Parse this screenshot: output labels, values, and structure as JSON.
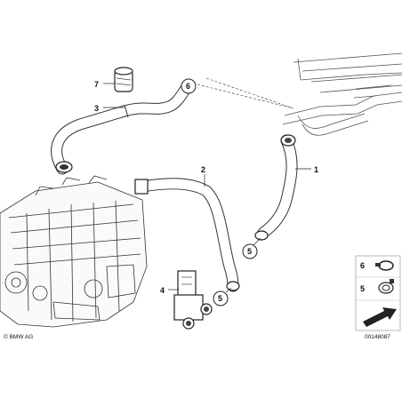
{
  "diagram": {
    "copyright": "© BMW AG",
    "drawing_number": "00148087"
  },
  "callouts": {
    "part_1": "1",
    "part_2": "2",
    "part_3": "3",
    "part_4": "4",
    "part_5a": "5",
    "part_5b": "5",
    "part_6": "6",
    "part_7": "7"
  },
  "legend": {
    "item_6": "6",
    "item_5": "5"
  }
}
